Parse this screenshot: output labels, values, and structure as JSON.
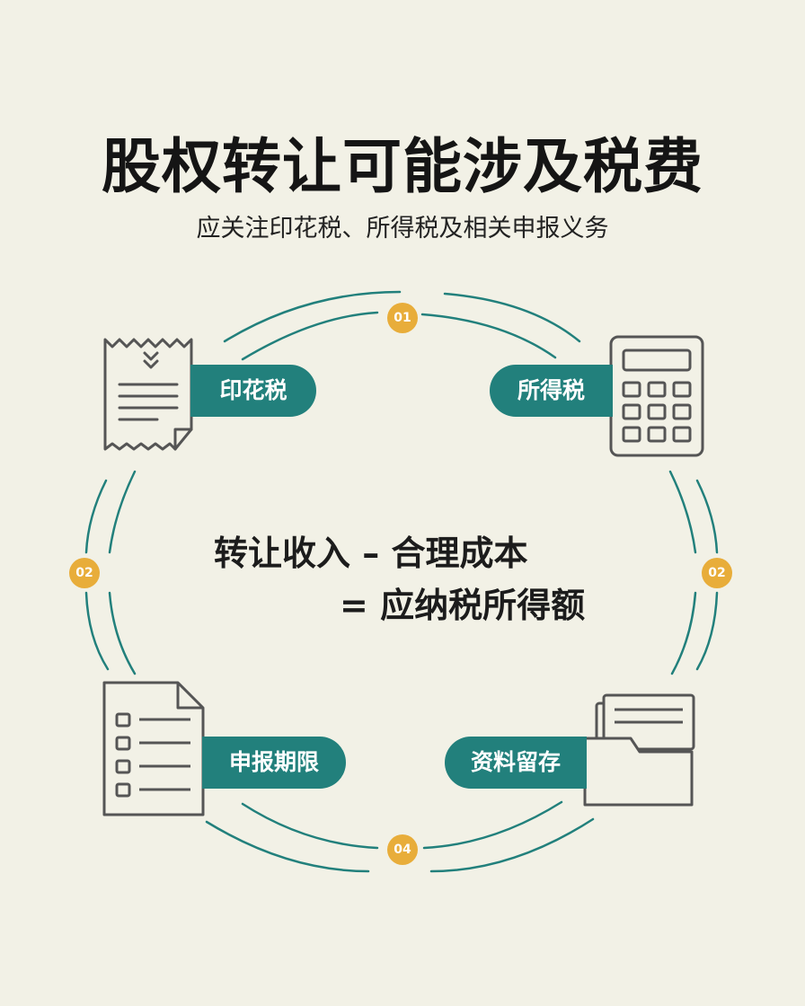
{
  "title": "股权转让可能涉及税费",
  "subtitle": "应关注印花税、所得税及相关申报义务",
  "items": {
    "stamp_tax": {
      "label": "印花税",
      "icon": "receipt-icon"
    },
    "income_tax": {
      "label": "所得税",
      "icon": "calculator-icon"
    },
    "filing_deadline": {
      "label": "申报期限",
      "icon": "checklist-document-icon"
    },
    "record_keeping": {
      "label": "资料留存",
      "icon": "folder-icon"
    }
  },
  "badges": {
    "top": "01",
    "left": "02",
    "right": "02",
    "bottom": "04"
  },
  "formula": {
    "line1": "转让收入 – 合理成本",
    "line2": "= 应纳税所得额"
  },
  "colors": {
    "background": "#f2f1e6",
    "teal": "#22807c",
    "badge": "#e8ad3a",
    "icon_stroke": "#555555"
  }
}
